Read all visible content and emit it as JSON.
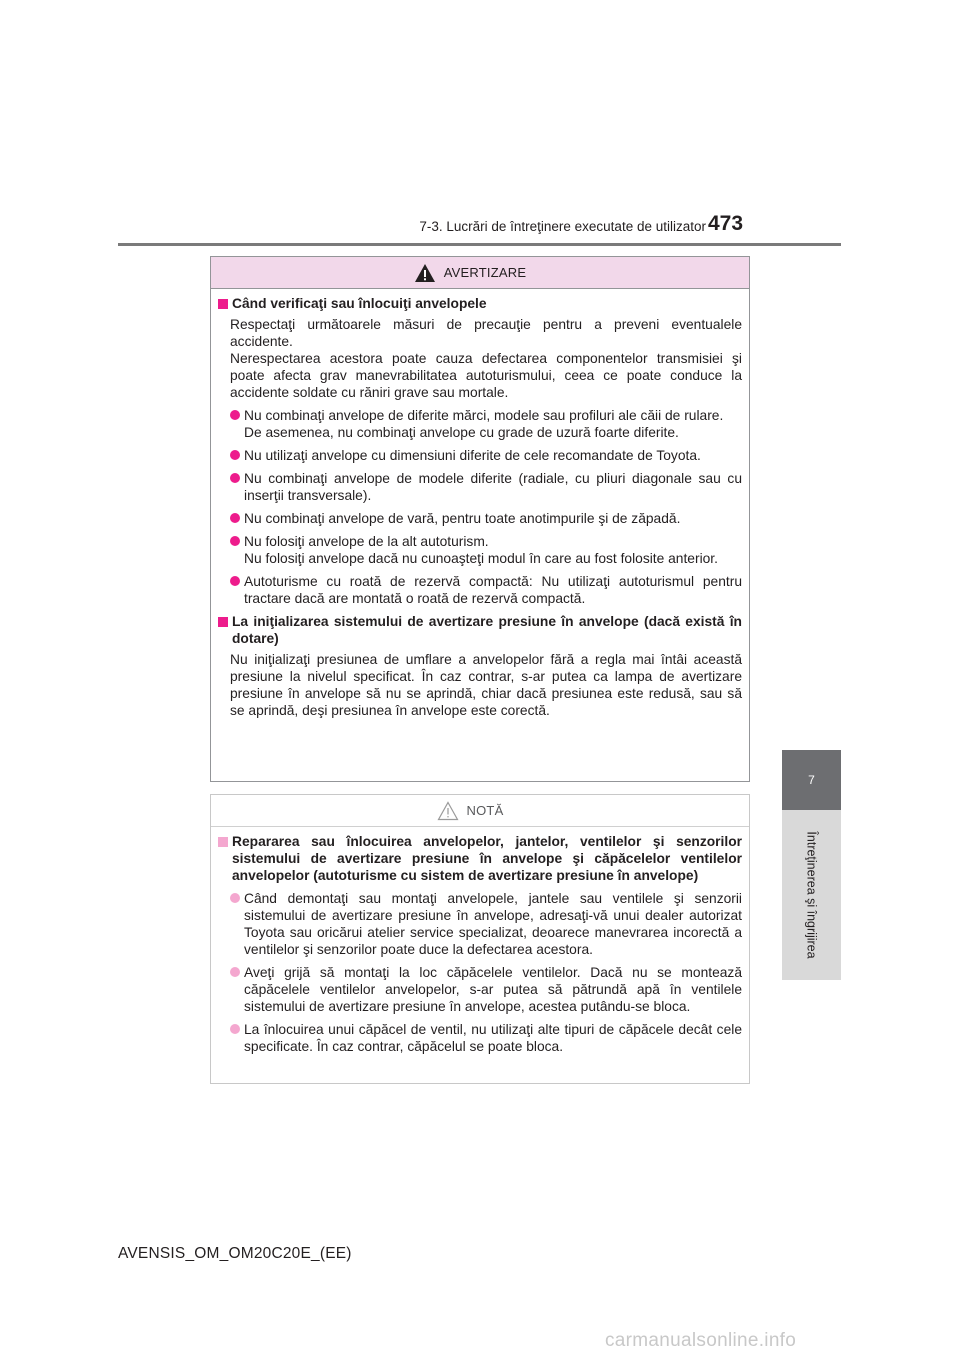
{
  "header": {
    "title": "7-3. Lucrări de întreţinere executate de utilizator",
    "page_number": "473"
  },
  "side_tab": {
    "chapter": "7",
    "label": "Întreţinerea şi îngrijirea"
  },
  "warning": {
    "title": "AVERTIZARE",
    "icon": "warning-triangle-icon",
    "accent_color": "#ed1c8c",
    "header_bg": "#f2d8ea",
    "sections": [
      {
        "heading": "Când verificaţi sau înlocuiţi anvelopele",
        "intro": "Respectaţi următoarele măsuri de precauţie pentru a preveni eventualele accidente.\nNerespectarea acestora poate cauza defectarea componentelor transmisiei şi poate afecta grav manevrabilitatea autoturismului, ceea ce poate conduce la accidente soldate cu răniri grave sau mortale.",
        "bullets": [
          "Nu combinaţi anvelope de diferite mărci, modele sau profiluri ale căii de rulare.\nDe asemenea, nu combinaţi anvelope cu grade de uzură foarte diferite.",
          "Nu utilizaţi anvelope cu dimensiuni diferite de cele recomandate de Toyota.",
          "Nu combinaţi anvelope de modele diferite (radiale, cu pliuri diagonale sau cu inserţii transversale).",
          "Nu combinaţi anvelope de vară, pentru toate anotimpurile şi de zăpadă.",
          "Nu folosiţi anvelope de la alt autoturism.\nNu folosiţi anvelope dacă nu cunoaşteţi modul în care au fost folosite anterior.",
          "Autoturisme cu roată de rezervă compactă: Nu utilizaţi autoturismul pentru tractare dacă are montată o roată de rezervă compactă."
        ]
      },
      {
        "heading": "La iniţializarea sistemului de avertizare presiune în anvelope (dacă există în dotare)",
        "intro": "Nu iniţializaţi presiunea de umflare a anvelopelor fără a regla mai întâi această presiune la nivelul specificat. În caz contrar, s-ar putea ca lampa de avertizare presiune în anvelope să nu se aprindă, chiar dacă presiunea este redusă, sau să se aprindă, deşi presiunea în anvelope este corectă.",
        "bullets": []
      }
    ]
  },
  "notice": {
    "title": "NOTĂ",
    "icon": "caution-outline-icon",
    "accent_color": "#f4a7cf",
    "heading": "Repararea sau înlocuirea anvelopelor, jantelor, ventilelor şi senzorilor sistemului de avertizare presiune în anvelope şi căpăcelelor ventilelor anvelopelor (autoturisme cu sistem de avertizare presiune în anvelope)",
    "bullets": [
      "Când demontaţi sau montaţi anvelopele, jantele sau ventilele şi senzorii sistemului de avertizare presiune în anvelope, adresaţi-vă unui dealer autorizat Toyota sau oricărui atelier service specializat, deoarece manevrarea incorectă a ventilelor şi senzorilor poate duce la defectarea acestora.",
      "Aveţi grijă să montaţi la loc căpăcelele ventilelor. Dacă nu se montează căpăcelele ventilelor anvelopelor, s-ar putea să pătrundă apă în ventilele sistemului de avertizare presiune în anvelope, acestea putându-se bloca.",
      "La înlocuirea unui căpăcel de ventil, nu utilizaţi alte tipuri de căpăcele decât cele specificate. În caz contrar, căpăcelul se poate bloca."
    ]
  },
  "footer": {
    "doc_code": "AVENSIS_OM_OM20C20E_(EE)"
  },
  "watermark": {
    "text": "carmanualsonline.info"
  }
}
